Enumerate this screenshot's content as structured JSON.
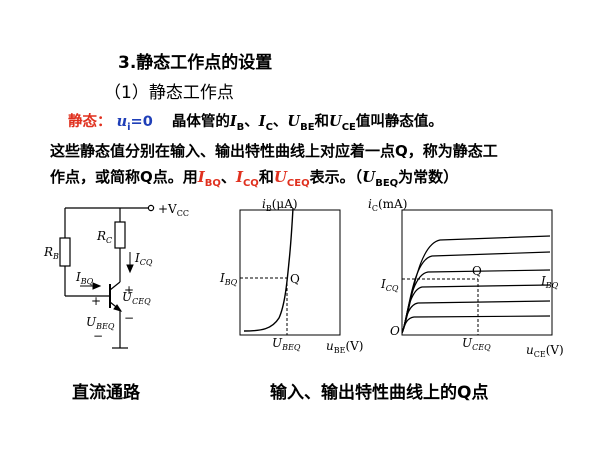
{
  "heading": "3.静态工作点的设置",
  "subheading": "（1）静态工作点",
  "line3": {
    "label": "静态：",
    "cond_var": "u",
    "cond_sub": "i",
    "cond_val": "=0",
    "text_a": "晶体管的",
    "v1": "I",
    "v1s": "B",
    "sep1": "、",
    "v2": "I",
    "v2s": "C",
    "sep2": "、",
    "v3": "U",
    "v3s": "BE",
    "and": "和",
    "v4": "U",
    "v4s": "CE",
    "text_b": "值叫静态值。"
  },
  "line4": "这些静态值分别在输入、输出特性曲线上对应着一点Q，称为静态工",
  "line5": {
    "text_a": "作点，或简称Q点。用",
    "q1": "I",
    "q1s": "BQ",
    "sep1": "、",
    "q2": "I",
    "q2s": "CQ",
    "and": "和",
    "q3": "U",
    "q3s": "CEQ",
    "text_b": "表示。（",
    "q4": "U",
    "q4s": "BEQ",
    "text_c": "为常数）"
  },
  "circuit": {
    "vcc": "+V",
    "vcc_sub": "CC",
    "rb": "R",
    "rb_sub": "B",
    "rc": "R",
    "rc_sub": "C",
    "ibq": "I",
    "ibq_sub": "BQ",
    "icq": "I",
    "icq_sub": "CQ",
    "uceq": "U",
    "uceq_sub": "CEQ",
    "ubeq": "U",
    "ubeq_sub": "BEQ",
    "plus1": "+",
    "plus2": "+",
    "minus1": "−",
    "minus2": "−"
  },
  "input_chart": {
    "ylabel": "i",
    "ylabel_sub": "B",
    "ylabel_unit": "(μA)",
    "xlabel": "u",
    "xlabel_sub": "BE",
    "xlabel_unit": "(V)",
    "ytick": "I",
    "ytick_sub": "BQ",
    "xtick": "U",
    "xtick_sub": "BEQ",
    "q": "Q"
  },
  "output_chart": {
    "ylabel": "i",
    "ylabel_sub": "C",
    "ylabel_unit": "(mA)",
    "xlabel": "u",
    "xlabel_sub": "CE",
    "xlabel_unit": "(V)",
    "ytick": "I",
    "ytick_sub": "CQ",
    "xtick": "U",
    "xtick_sub": "CEQ",
    "origin": "O",
    "q": "Q",
    "ib": "I",
    "ib_sub": "BQ"
  },
  "caption_left": "直流通路",
  "caption_right": "输入、输出特性曲线上的Q点",
  "colors": {
    "red": "#e0301e",
    "blue": "#1f3fb8",
    "dash": "#000000"
  }
}
